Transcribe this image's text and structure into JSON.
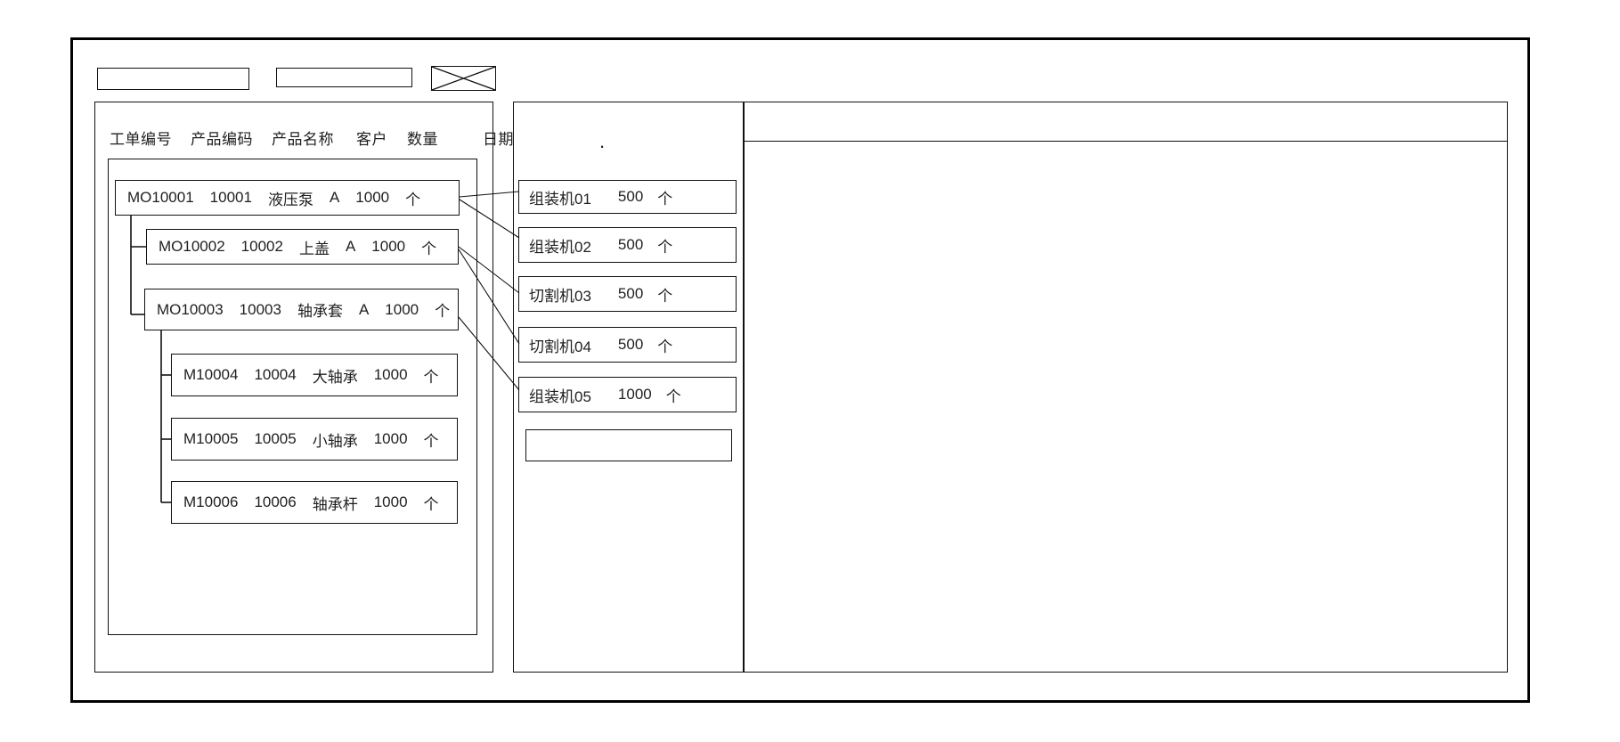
{
  "toolbar": {
    "field1_value": "",
    "field2_value": "",
    "image_placeholder_icon": "x-crossed-rectangle"
  },
  "left_panel": {
    "columns": [
      "工单编号",
      "产品编码",
      "产品名称",
      "客户",
      "数量",
      "日期"
    ],
    "orders": [
      {
        "id": "MO10001",
        "code": "10001",
        "name": "液压泵",
        "customer": "A",
        "qty": "1000",
        "unit": "个",
        "level": 0
      },
      {
        "id": "MO10002",
        "code": "10002",
        "name": "上盖",
        "customer": "A",
        "qty": "1000",
        "unit": "个",
        "level": 1
      },
      {
        "id": "MO10003",
        "code": "10003",
        "name": "轴承套",
        "customer": "A",
        "qty": "1000",
        "unit": "个",
        "level": 1
      },
      {
        "id": "M10004",
        "code": "10004",
        "name": "大轴承",
        "customer": "",
        "qty": "1000",
        "unit": "个",
        "level": 2
      },
      {
        "id": "M10005",
        "code": "10005",
        "name": "小轴承",
        "customer": "",
        "qty": "1000",
        "unit": "个",
        "level": 2
      },
      {
        "id": "M10006",
        "code": "10006",
        "name": "轴承杆",
        "customer": "",
        "qty": "1000",
        "unit": "个",
        "level": 2
      }
    ]
  },
  "middle_panel": {
    "dot_mark": ".",
    "machines": [
      {
        "name": "组装机01",
        "qty": "500",
        "unit": "个"
      },
      {
        "name": "组装机02",
        "qty": "500",
        "unit": "个"
      },
      {
        "name": "切割机03",
        "qty": "500",
        "unit": "个"
      },
      {
        "name": "切割机04",
        "qty": "500",
        "unit": "个"
      },
      {
        "name": "组装机05",
        "qty": "1000",
        "unit": "个"
      },
      {
        "name": "",
        "qty": "",
        "unit": ""
      }
    ],
    "links": [
      {
        "from": "MO10001",
        "to": "组装机01"
      },
      {
        "from": "MO10001",
        "to": "组装机02"
      },
      {
        "from": "MO10002",
        "to": "切割机03"
      },
      {
        "from": "MO10002",
        "to": "切割机04"
      },
      {
        "from": "MO10003",
        "to": "组装机05"
      }
    ]
  },
  "right_panel": {
    "content": ""
  },
  "colors": {
    "line": "#111111",
    "frame": "#000000",
    "background": "#ffffff",
    "text": "#1f1f1f"
  }
}
